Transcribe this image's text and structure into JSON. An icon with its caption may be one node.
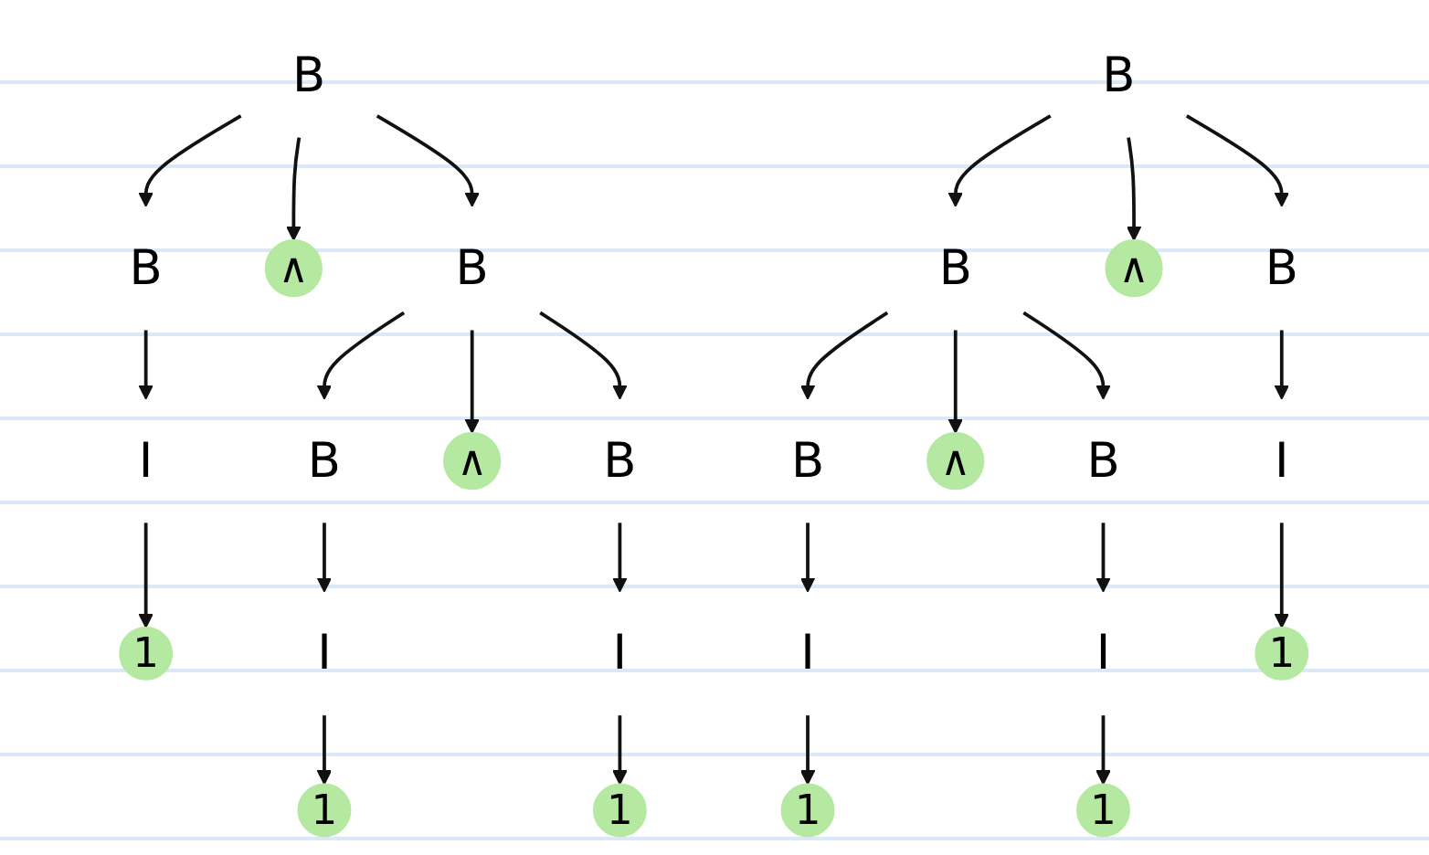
{
  "diagram": {
    "nodes": [
      {
        "text": [
          "B"
        ]
      },
      {
        "text": [
          "B"
        ]
      },
      {
        "text": [
          "∧"
        ]
      },
      {
        "text": [
          "B"
        ]
      },
      {
        "text": [
          "I"
        ]
      },
      {
        "text": [
          "1"
        ]
      },
      {
        "text": [
          "B"
        ]
      },
      {
        "text": [
          "∧"
        ]
      },
      {
        "text": [
          "B"
        ]
      },
      {
        "text": [
          "I"
        ]
      },
      {
        "text": [
          "1"
        ]
      },
      {
        "text": [
          "I"
        ]
      },
      {
        "text": [
          "1"
        ]
      },
      {
        "text": [
          "B"
        ]
      },
      {
        "text": [
          "B"
        ]
      },
      {
        "text": [
          "∧"
        ]
      },
      {
        "text": [
          "B"
        ]
      },
      {
        "text": [
          "B"
        ]
      },
      {
        "text": [
          "∧"
        ]
      },
      {
        "text": [
          "B"
        ]
      },
      {
        "text": [
          "I"
        ]
      },
      {
        "text": [
          "1"
        ]
      },
      {
        "text": [
          "I"
        ]
      },
      {
        "text": [
          "1"
        ]
      },
      {
        "text": [
          "I"
        ]
      },
      {
        "text": [
          "1"
        ]
      }
    ],
    "edges": [
      {
        "from": 0,
        "to": 1,
        "arrow": "to"
      },
      {
        "from": 0,
        "to": 2,
        "arrow": "to"
      },
      {
        "from": 0,
        "to": 3,
        "arrow": "to"
      },
      {
        "from": 1,
        "to": 4,
        "arrow": "to"
      },
      {
        "from": 4,
        "to": 5,
        "arrow": "to"
      },
      {
        "from": 3,
        "to": 6,
        "arrow": "to"
      },
      {
        "from": 3,
        "to": 7,
        "arrow": "to"
      },
      {
        "from": 3,
        "to": 8,
        "arrow": "to"
      },
      {
        "from": 6,
        "to": 9,
        "arrow": "to"
      },
      {
        "from": 9,
        "to": 10,
        "arrow": "to"
      },
      {
        "from": 8,
        "to": 11,
        "arrow": "to"
      },
      {
        "from": 11,
        "to": 12,
        "arrow": "to"
      },
      {
        "from": 13,
        "to": 14,
        "arrow": "to"
      },
      {
        "from": 13,
        "to": 15,
        "arrow": "to"
      },
      {
        "from": 13,
        "to": 16,
        "arrow": "to"
      },
      {
        "from": 14,
        "to": 17,
        "arrow": "to"
      },
      {
        "from": 14,
        "to": 18,
        "arrow": "to"
      },
      {
        "from": 14,
        "to": 19,
        "arrow": "to"
      },
      {
        "from": 17,
        "to": 20,
        "arrow": "to"
      },
      {
        "from": 20,
        "to": 21,
        "arrow": "to"
      },
      {
        "from": 19,
        "to": 22,
        "arrow": "to"
      },
      {
        "from": 22,
        "to": 23,
        "arrow": "to"
      },
      {
        "from": 16,
        "to": 24,
        "arrow": "to"
      },
      {
        "from": 24,
        "to": 25,
        "arrow": "to"
      }
    ]
  }
}
